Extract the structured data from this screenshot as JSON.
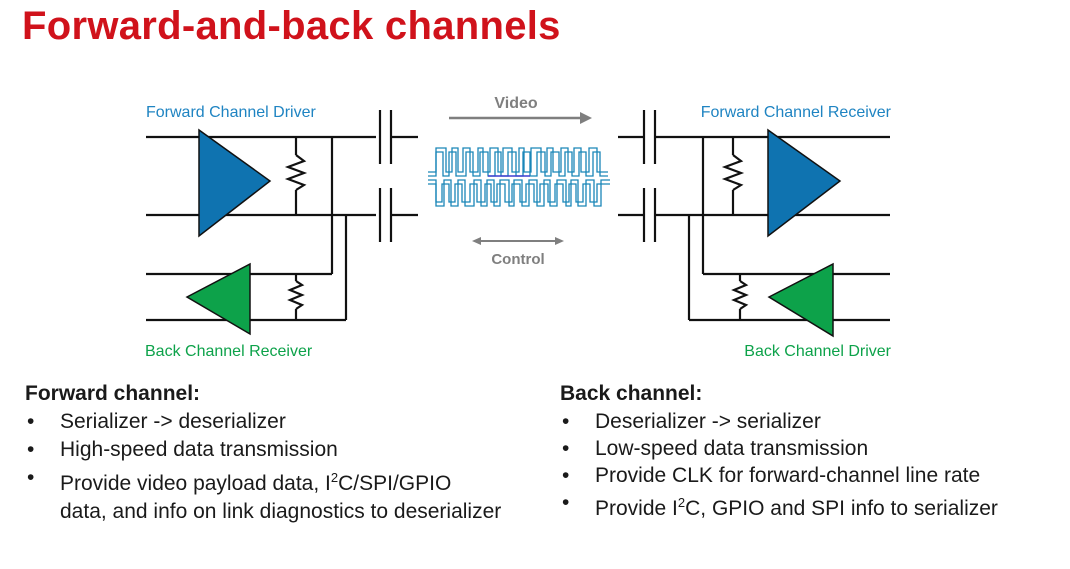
{
  "title": "Forward-and-back channels",
  "diagram": {
    "forward_driver_label": "Forward Channel Driver",
    "forward_receiver_label": "Forward Channel Receiver",
    "back_receiver_label": "Back Channel Receiver",
    "back_driver_label": "Back Channel Driver",
    "video_label": "Video",
    "control_label": "Control",
    "colors": {
      "forward": "#0f73b0",
      "back": "#0da24a",
      "label_forward": "#1f84c2",
      "label_back": "#0da24a",
      "arrow": "#7f7f7f",
      "signal": "#1a86b8"
    }
  },
  "forward_channel": {
    "heading": "Forward channel:",
    "bullets": [
      "Serializer -> deserializer",
      "High-speed data transmission",
      "Provide video payload data, I",
      "C/SPI/GPIO",
      "data, and info on link diagnostics to deserializer"
    ],
    "superscript": "2"
  },
  "back_channel": {
    "heading": "Back channel:",
    "bullets": [
      "Deserializer -> serializer",
      "Low-speed data transmission",
      "Provide CLK for forward-channel line rate",
      "Provide I",
      "C, GPIO and SPI info to serializer"
    ],
    "superscript": "2"
  }
}
